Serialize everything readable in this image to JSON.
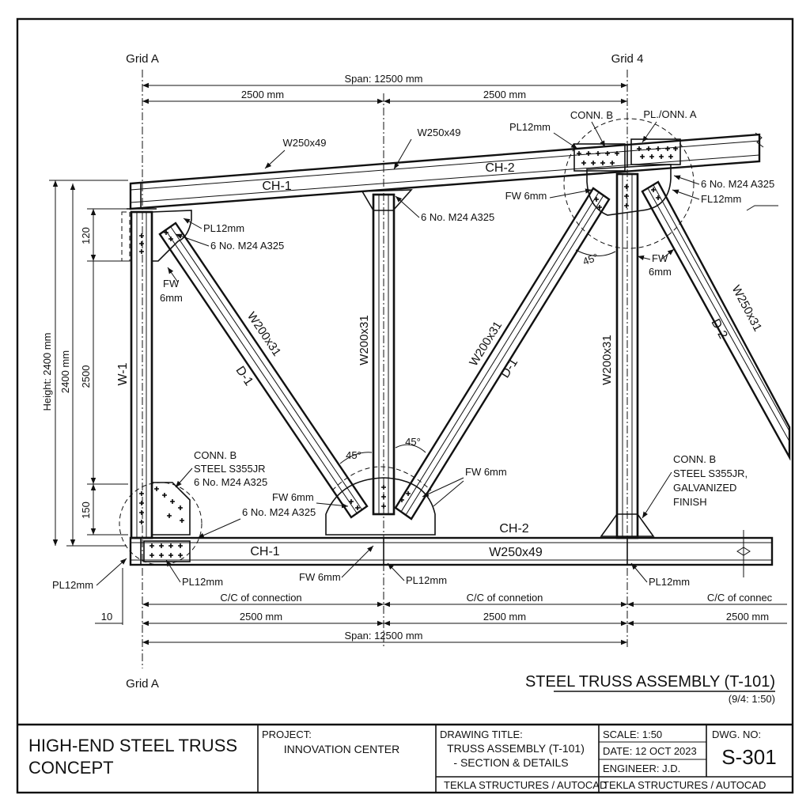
{
  "grid": {
    "a_top": "Grid A",
    "four_top": "Grid 4",
    "a_bottom": "Grid A"
  },
  "dims": {
    "span_top": "Span: 12500 mm",
    "bay1_top": "2500 mm",
    "bay2_top": "2500 mm",
    "height_label": "Height: 2400 mm",
    "height_inner": "2400 mm",
    "seg_120": "120",
    "seg_2500": "2500",
    "seg_150": "150",
    "gap_10": "10",
    "cc1": "C/C of connection",
    "cc2": "C/C of connetion",
    "cc3": "C/C of connec",
    "bay1_bottom": "2500 mm",
    "bay2_bottom": "2500 mm",
    "bay3_bottom": "2500 mm",
    "span_bottom": "Span: 12500 mm"
  },
  "members": {
    "top_chord_1_size": "W250x49",
    "top_chord_2_size": "W250x49",
    "ch1_top": "CH-1",
    "ch2_top": "CH-2",
    "ch1_bottom": "CH-1",
    "ch2_bottom": "CH-2",
    "bottom_chord_size": "W250x49",
    "w1": "W-1",
    "d1_left_size": "W200x31",
    "d1_left_mark": "D-1",
    "vert_mid_size": "W200x31",
    "d1_right_size": "W200x31",
    "d1_right_mark": "D-1",
    "vert_right_size": "W200x31",
    "d2_size": "W250x31",
    "d2_mark": "D-2"
  },
  "callouts": {
    "conn_b_top": "CONN. B",
    "pl_onn_a": "PL./ONN. A",
    "pl12_top": "PL12mm",
    "fw6_top": "FW 6mm",
    "bolts_top_right": "6 No. M24 A325",
    "fl12": "FL12mm",
    "bolts_mid_top": "6 No. M24 A325",
    "pl12_left_top": "PL12mm",
    "bolts_left_top": "6 No. M24 A325",
    "fw_left": "FW",
    "fw_left_size": "6mm",
    "angle_top": "45°",
    "fw_right": "FW",
    "fw_right_size": "6mm",
    "conn_b_left": "CONN. B",
    "steel_left": "STEEL S355JR",
    "bolts_left_bottom": "6 No. M24 A325",
    "fw6_left_bottom": "FW 6mm",
    "bolts_bottom_center": "6 No. M24 A325",
    "angle_bl": "45°",
    "angle_br": "45°",
    "fw6_center": "FW 6mm",
    "conn_b_right": "CONN. B",
    "steel_right": "STEEL S355JR,",
    "galv_1": "GALVANIZED",
    "galv_2": "FINISH",
    "pl12_bottom_left": "PL12mm",
    "pl12_bottom_left2": "PL12mm",
    "fw6_bottom": "FW 6mm",
    "pl12_bottom_mid": "PL12mm",
    "pl12_bottom_right": "PL12mm"
  },
  "title": {
    "main": "STEEL TRUSS ASSEMBLY (T-101)",
    "scale_note": "(9/4: 1:50)"
  },
  "title_block": {
    "concept_1": "HIGH-END STEEL TRUSS",
    "concept_2": "CONCEPT",
    "project_label": "PROJECT:",
    "project_value": "INNOVATION CENTER",
    "drawing_title_label": "DRAWING TITLE:",
    "drawing_title_1": "TRUSS ASSEMBLY (T-101)",
    "drawing_title_2": "- SECTION & DETAILS",
    "software_1": "TEKLA STRUCTURES / AUTOCAD",
    "scale": "SCALE:  1:50",
    "date": "DATE:   12 OCT 2023",
    "engineer": "ENGINEER: J.D.",
    "software_2": "TEKLA STRUCTURES / AUTOCAD",
    "dwg_label": "DWG. NO:",
    "dwg_no": "S-301"
  }
}
